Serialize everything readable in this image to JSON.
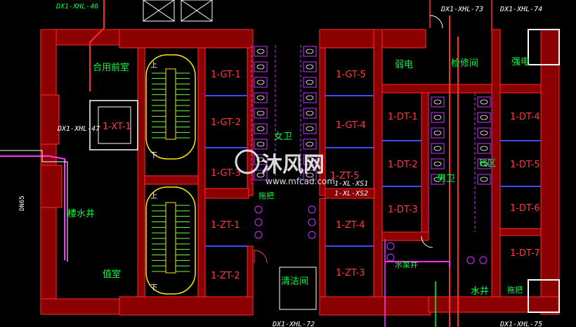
{
  "colors": {
    "background": "#000000",
    "wall": "#8b0000",
    "wall_line": "#ff2a2a",
    "annotation_white": "#ffffff",
    "annotation_green": "#00ff3c",
    "room_label_red": "#ff3a3a",
    "stair_yellow": "#ffe800",
    "stair_green": "#6eff3a",
    "fixture_magenta": "#cc33ff",
    "pipe_magenta": "#ff33ff",
    "cyan": "#33e0ff",
    "blue_line": "#3a4cff",
    "dim_red": "#ff4a4a"
  },
  "cable_tags": {
    "top_left": "DX1-XHL-46",
    "top_mid": "DX1-XHL-73",
    "top_right": "DX1-XHL-74",
    "left_mid": "DX1-XHL-47",
    "bottom_mid": "DX1-XHL-72",
    "bottom_right": "DX1-XHL-75",
    "xs1": "1-XL-XS1",
    "xs2": "1-XL-XS2"
  },
  "rooms": {
    "equipment_room": "合用前室",
    "water_well_left": "楼水井",
    "duty_room": "值室",
    "womens_toilet": "女卫",
    "mens_toilet": "男卫",
    "weak_current": "弱电",
    "maintenance": "检修间",
    "strong_current": "强电",
    "cleaning_room": "清洁间",
    "water_well_right": "水井",
    "disabled_zone": "残区",
    "mopping_left": "拖把",
    "mopping_right": "拖把",
    "water_pool": "水泵井",
    "dn": "DN65"
  },
  "elevators": {
    "xt": "1-XT-1",
    "gt": [
      "1-GT-1",
      "1-GT-2",
      "1-GT-3",
      "1-GT-5",
      "1-GT-4"
    ],
    "zt": [
      "1-ZT-1",
      "1-ZT-2",
      "1-ZT-5",
      "1-ZT-4",
      "1-ZT-3"
    ],
    "dt": [
      "1-DT-1",
      "1-DT-2",
      "1-DT-3",
      "1-DT-4",
      "1-DT-5",
      "1-DT-6",
      "1-DT-7"
    ]
  },
  "stairs": {
    "up": "上",
    "down": "下"
  },
  "watermark": {
    "main": "沐风网",
    "url": "www.mfcad.com"
  }
}
